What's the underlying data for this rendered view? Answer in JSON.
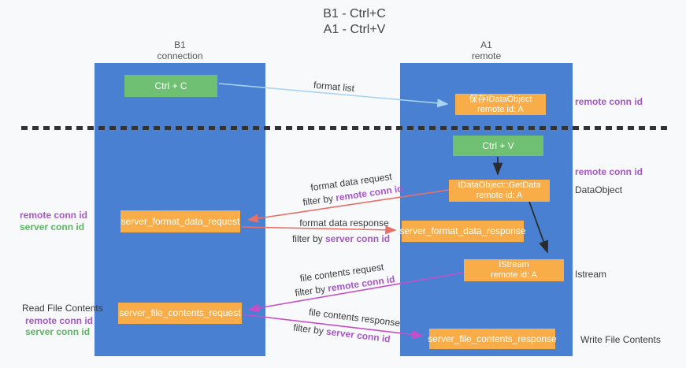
{
  "title": {
    "line1": "B1 - Ctrl+C",
    "line2": "A1 - Ctrl+V"
  },
  "columns": {
    "left": {
      "name": "B1",
      "subtitle": "connection"
    },
    "right": {
      "name": "A1",
      "subtitle": "remote"
    }
  },
  "boxes": {
    "ctrl_c": "Ctrl + C",
    "ctrl_v": "Ctrl + V",
    "save_dataobject": {
      "line1": "保存IDataObject",
      "line2": "remote id: A"
    },
    "getdata": {
      "line1": "IDataObject::GetData",
      "line2": "remote id: A"
    },
    "istream": {
      "line1": "IStream",
      "line2": "remote id: A"
    },
    "format_request": "server_format_data_request",
    "format_response": "server_format_data_response",
    "file_request": "server_file_contents_request",
    "file_response": "server_file_contents_response"
  },
  "side_labels": {
    "remote_conn_id_top": "remote conn id",
    "remote_conn_id_mid": "remote conn id",
    "dataobject": "DataObject",
    "istream": "Istream",
    "write_file": "Write File Contents",
    "read_file": "Read File Contents",
    "left_remote_1": "remote conn id",
    "left_server_1": "server conn id",
    "left_remote_2": "remote conn id",
    "left_server_2": "server conn id"
  },
  "arrows": {
    "format_list": "format list",
    "format_request": {
      "label": "format data request",
      "filter_prefix": "filter by ",
      "filter_key": "remote conn id"
    },
    "format_response": {
      "label": "format data response",
      "filter_prefix": "filter by ",
      "filter_key": "server conn id"
    },
    "file_request": {
      "label": "file contents request",
      "filter_prefix": "filter by ",
      "filter_key": "remote conn id"
    },
    "file_response": {
      "label": "file contents response",
      "filter_prefix": "filter by ",
      "filter_key": "server conn id"
    }
  },
  "colors": {
    "column_blue": "#4a80d2",
    "box_orange": "#f9ad49",
    "box_green": "#70c073",
    "arrow_light_blue": "#a9d3f2",
    "arrow_red": "#e87067",
    "arrow_magenta": "#c74ec7",
    "arrow_black": "#2b2b2b",
    "label_purple": "#a757c8",
    "label_green": "#5cb463",
    "background": "#f8f9fb"
  }
}
